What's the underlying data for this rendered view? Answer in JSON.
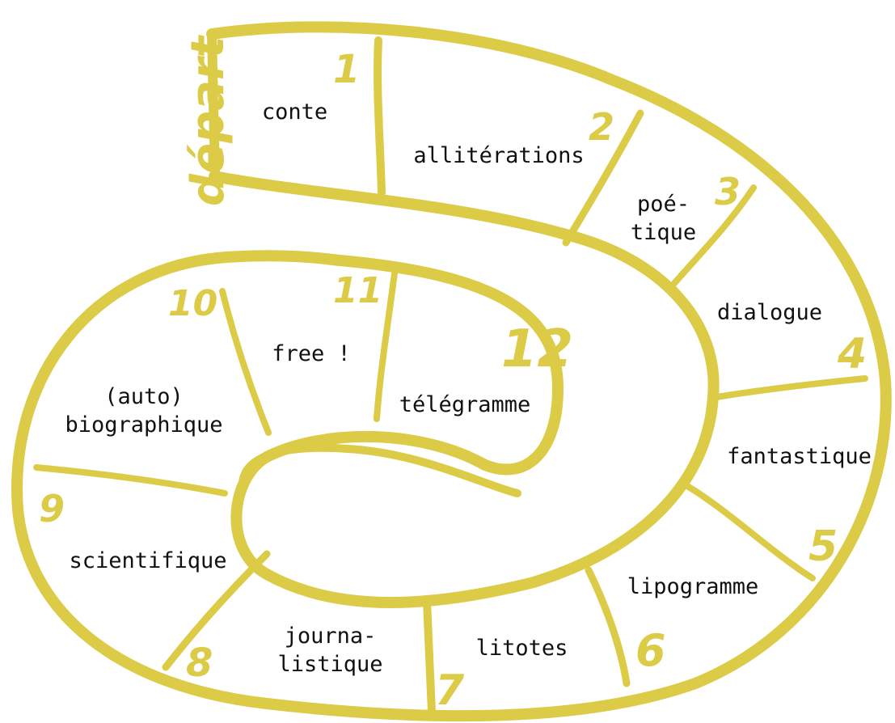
{
  "colors": {
    "track": "#DCCB46",
    "text": "#111111",
    "background": "#ffffff"
  },
  "start_label": "départ",
  "squares": [
    {
      "number": "1",
      "text": "conte"
    },
    {
      "number": "2",
      "text": "allitérations"
    },
    {
      "number": "3",
      "text": "poé-\ntique"
    },
    {
      "number": "4",
      "text": "dialogue"
    },
    {
      "number": "5",
      "text": "fantastique"
    },
    {
      "number": "6",
      "text": "lipogramme"
    },
    {
      "number": "7",
      "text": "litotes"
    },
    {
      "number": "8",
      "text": "journa-\nlistique"
    },
    {
      "number": "9",
      "text": "scientifique"
    },
    {
      "number": "10",
      "text": "(auto)\nbiographique"
    },
    {
      "number": "11",
      "text": "free !"
    },
    {
      "number": "12",
      "text": "télégramme"
    }
  ]
}
